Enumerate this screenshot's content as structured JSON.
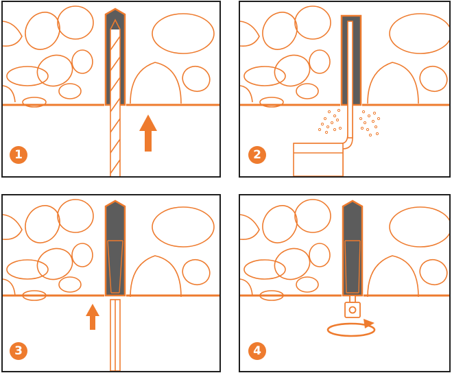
{
  "colors": {
    "accent": "#ee7b2e",
    "anchor": "#5c5c5c",
    "frame": "#1e1e1e",
    "background": "#ffffff"
  },
  "panels": [
    {
      "step": "1",
      "name": "drill-hole-panel",
      "icon": "drill-bit-icon"
    },
    {
      "step": "2",
      "name": "blow-out-dust-panel",
      "icon": "dust-pump-icon"
    },
    {
      "step": "3",
      "name": "insert-anchor-panel",
      "icon": "insertion-tool-icon"
    },
    {
      "step": "4",
      "name": "tighten-anchor-panel",
      "icon": "rotation-arrow-icon"
    }
  ]
}
